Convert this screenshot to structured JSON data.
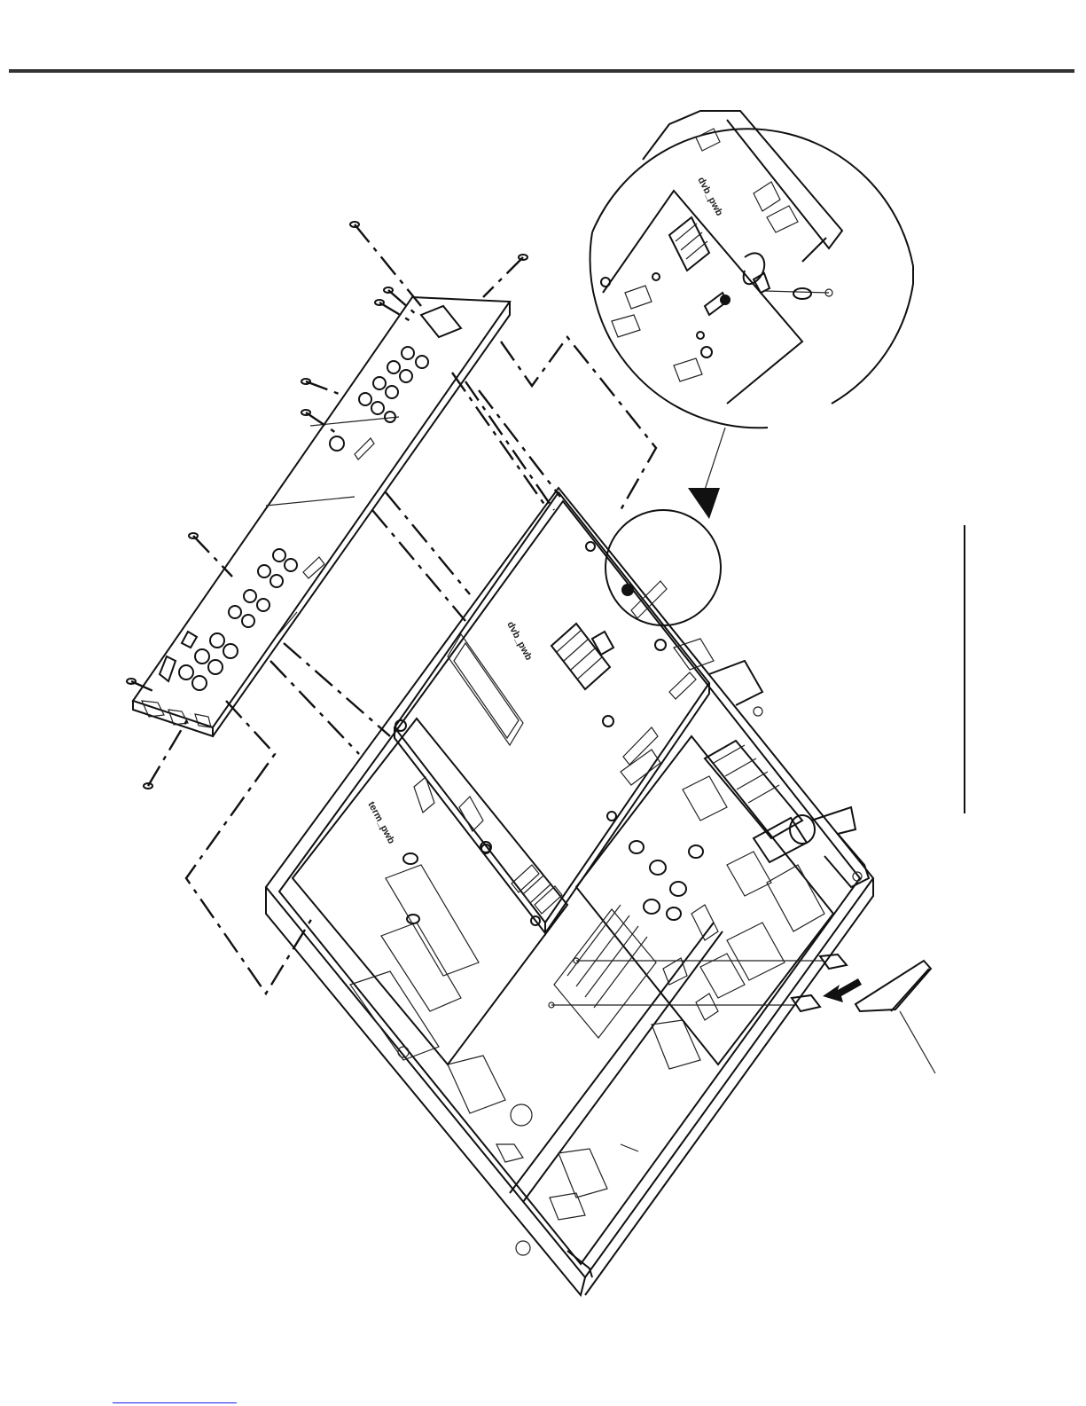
{
  "diagram": {
    "labels": {
      "main_board": "dvb_pwb",
      "terminal_board": "term_pwb",
      "zoom_main_board": "dvb_pwb"
    },
    "colors": {
      "line": "#111111",
      "background": "#ffffff",
      "footer_link": "#1a1af0"
    },
    "icons": [
      "screw-icon",
      "jack-icon",
      "heatsink-icon",
      "capacitor-icon",
      "arrow-icon",
      "magnifier-circle-icon"
    ]
  }
}
